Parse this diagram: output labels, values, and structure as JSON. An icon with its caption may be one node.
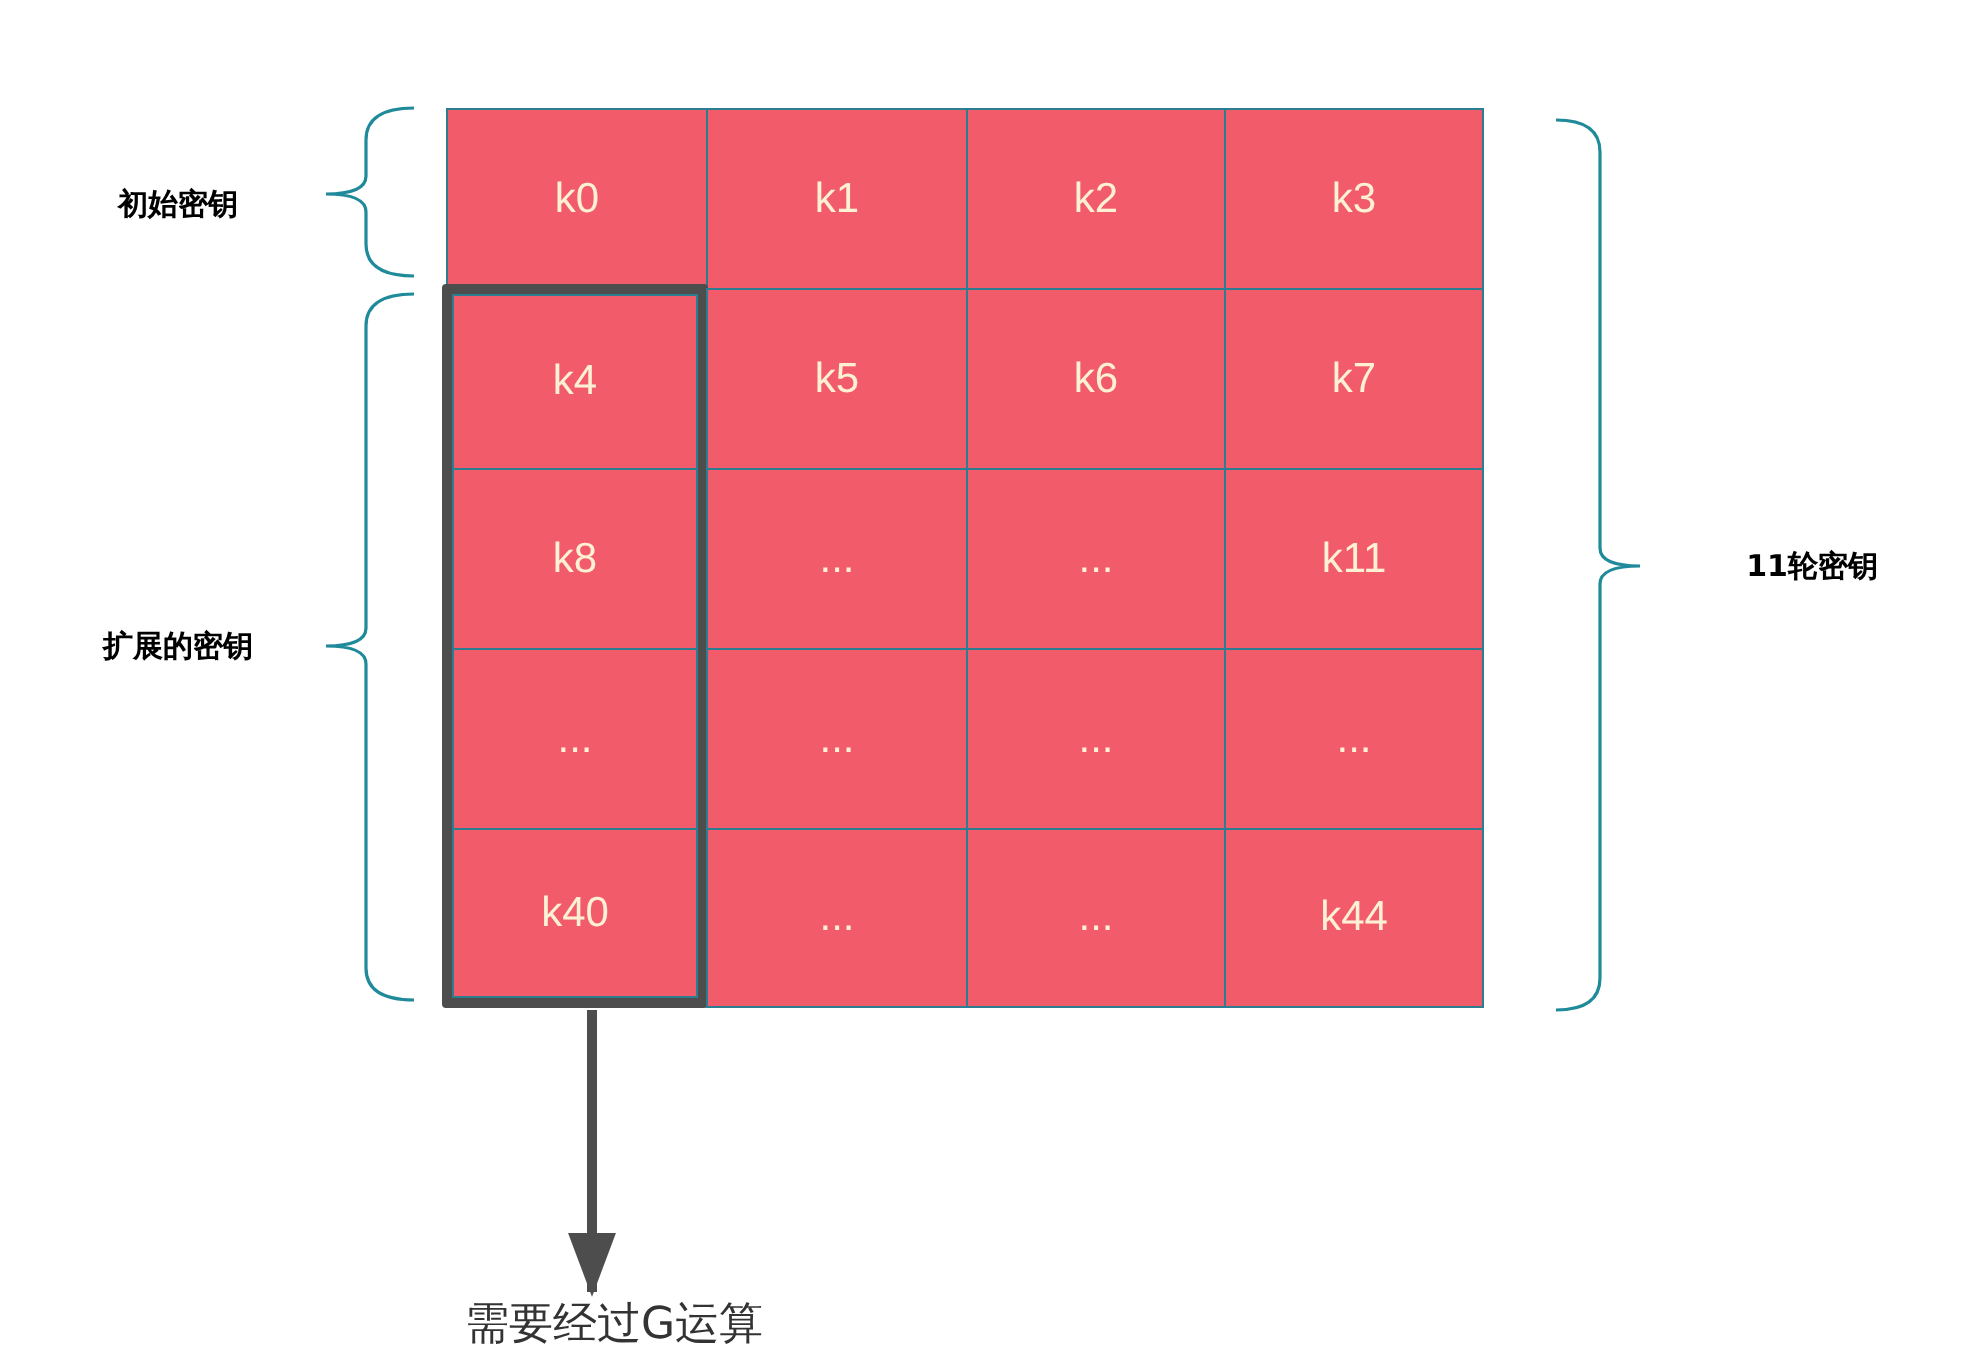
{
  "diagram": {
    "nodes": [
      {
        "text": [
          "k0"
        ]
      },
      {
        "text": [
          "k1"
        ]
      },
      {
        "text": [
          "k2"
        ]
      },
      {
        "text": [
          "k3"
        ]
      },
      {
        "text": [],
        "shape": "box"
      },
      {
        "text": [
          "k4"
        ],
        "in": 4
      },
      {
        "text": [
          "k5"
        ]
      },
      {
        "text": [
          "k6"
        ]
      },
      {
        "text": [
          "k7"
        ]
      },
      {
        "text": [
          "k8"
        ],
        "in": 4
      },
      {
        "text": [
          "..."
        ]
      },
      {
        "text": [
          "..."
        ]
      },
      {
        "text": [
          "k11"
        ]
      },
      {
        "text": [
          "..."
        ],
        "in": 4
      },
      {
        "text": [
          "..."
        ]
      },
      {
        "text": [
          "..."
        ]
      },
      {
        "text": [
          "..."
        ]
      },
      {
        "text": [
          "k40"
        ],
        "in": 4
      },
      {
        "text": [
          "..."
        ]
      },
      {
        "text": [
          "..."
        ]
      },
      {
        "text": [
          "k44"
        ]
      },
      {
        "text": [
          "需要经过G运算"
        ]
      }
    ],
    "edges": [
      {
        "from": 4,
        "to": 21,
        "arrow": "to"
      }
    ],
    "labels": [
      "初始密钥",
      "11轮密钥",
      "扩展的密钥"
    ]
  }
}
